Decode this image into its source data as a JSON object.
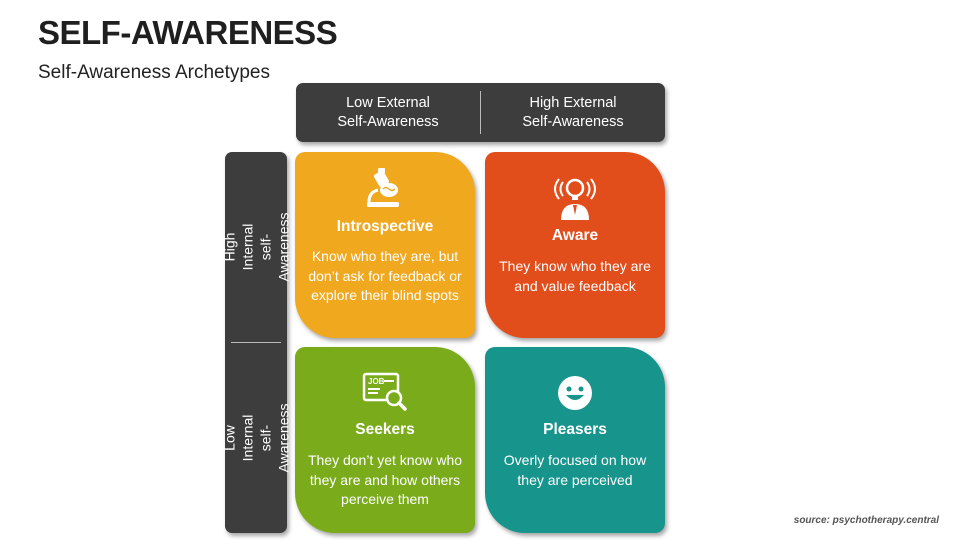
{
  "title": "SELF-AWARENESS",
  "subtitle": "Self-Awareness Archetypes",
  "columns": [
    {
      "label": "Low External\nSelf-Awareness"
    },
    {
      "label": "High External\nSelf-Awareness"
    }
  ],
  "rows": [
    {
      "label": "High Internal\nself-Awareness"
    },
    {
      "label": "Low Internal\nself-Awareness"
    }
  ],
  "quadrants": [
    {
      "title": "Introspective",
      "description": "Know who they are, but don’t ask for feedback or explore their blind spots",
      "color": "#f0a81f",
      "icon": "microscope-brain-icon"
    },
    {
      "title": "Aware",
      "description": "They know who they are and value feedback",
      "color": "#e14e1c",
      "icon": "person-lightbulb-icon"
    },
    {
      "title": "Seekers",
      "description": "They don’t yet know who they are and how others perceive them",
      "color": "#7aab1b",
      "icon": "job-search-icon"
    },
    {
      "title": "Pleasers",
      "description": "Overly focused on how they are perceived",
      "color": "#17958c",
      "icon": "smiley-face-icon"
    }
  ],
  "source": "source: psychotherapy.central"
}
